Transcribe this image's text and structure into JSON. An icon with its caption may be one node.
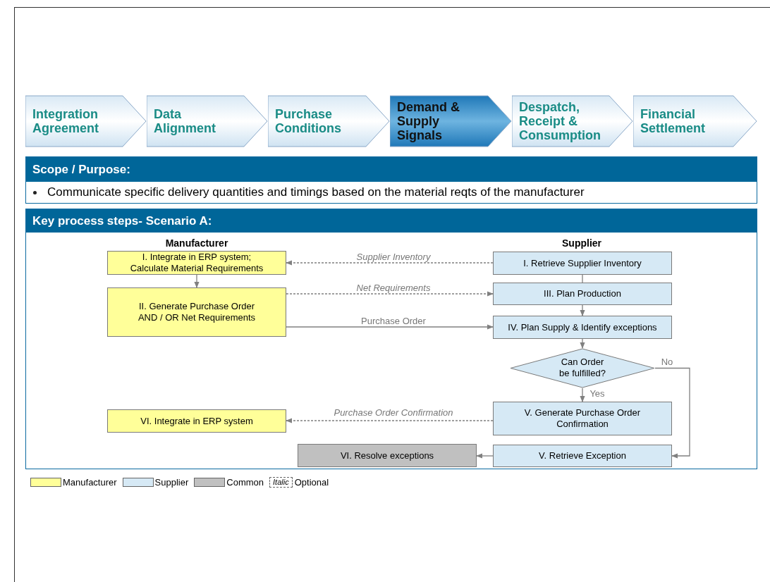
{
  "diagram": {
    "nodes": [
      {
        "text": [
          "Integration Agreement"
        ]
      },
      {
        "text": [
          "Data Alignment"
        ]
      },
      {
        "text": [
          "Purchase Conditions"
        ]
      },
      {
        "text": [
          "Demand & Supply Signals"
        ]
      },
      {
        "text": [
          "Despatch, Receipt & Consumption"
        ]
      },
      {
        "text": [
          "Financial Settlement"
        ]
      },
      {
        "text": [
          "Scope / Purpose:",
          "Communicate specific delivery quantities and timings based on the material reqts of the manufacturer"
        ]
      },
      {
        "text": [
          "Key process steps- Scenario A:"
        ]
      },
      {
        "text": [
          "I. Integrate in ERP system; Calculate Material Requirements"
        ],
        "in": 7
      },
      {
        "text": [
          "II. Generate Purchase Order AND / OR Net Requirements"
        ],
        "in": 7
      },
      {
        "text": [
          "VI. Integrate in ERP system"
        ],
        "in": 7
      },
      {
        "text": [
          "I. Retrieve Supplier Inventory"
        ],
        "in": 7
      },
      {
        "text": [
          "III. Plan Production"
        ],
        "in": 7
      },
      {
        "text": [
          "IV. Plan Supply & Identify exceptions"
        ],
        "in": 7
      },
      {
        "text": [
          "Can Order be fulfilled?"
        ],
        "in": 7
      },
      {
        "text": [
          "V. Generate Purchase Order Confirmation"
        ],
        "in": 7
      },
      {
        "text": [
          "V. Retrieve Exception"
        ],
        "in": 7
      },
      {
        "text": [
          "VI. Resolve exceptions"
        ],
        "in": 7
      }
    ],
    "edges": [
      {
        "from": 11,
        "to": 8,
        "arrow": "to",
        "label": "Supplier Inventory",
        "style": "dashed"
      },
      {
        "from": 8,
        "to": 9,
        "arrow": "to"
      },
      {
        "from": 9,
        "to": 12,
        "arrow": "to",
        "label": "Net Requirements",
        "style": "dashed"
      },
      {
        "from": 9,
        "to": 13,
        "arrow": "to",
        "label": "Purchase Order"
      },
      {
        "from": 11,
        "to": 12,
        "arrow": "none"
      },
      {
        "from": 12,
        "to": 13,
        "arrow": "to"
      },
      {
        "from": 13,
        "to": 14,
        "arrow": "to"
      },
      {
        "from": 14,
        "to": 15,
        "arrow": "to",
        "label": "Yes"
      },
      {
        "from": 14,
        "to": 16,
        "arrow": "to",
        "label": "No"
      },
      {
        "from": 15,
        "to": 10,
        "arrow": "to",
        "label": "Purchase Order Confirmation",
        "style": "dashed"
      },
      {
        "from": 16,
        "to": 17,
        "arrow": "to"
      }
    ],
    "labels": [
      "Manufacturer",
      "Supplier",
      "Italic"
    ],
    "legend": [
      {
        "text": "Manufacturer",
        "color": "#ffff99"
      },
      {
        "text": "Supplier",
        "color": "#d6e9f5"
      },
      {
        "text": "Common",
        "color": "#c0c0c0"
      },
      {
        "text": "Optional"
      }
    ]
  }
}
